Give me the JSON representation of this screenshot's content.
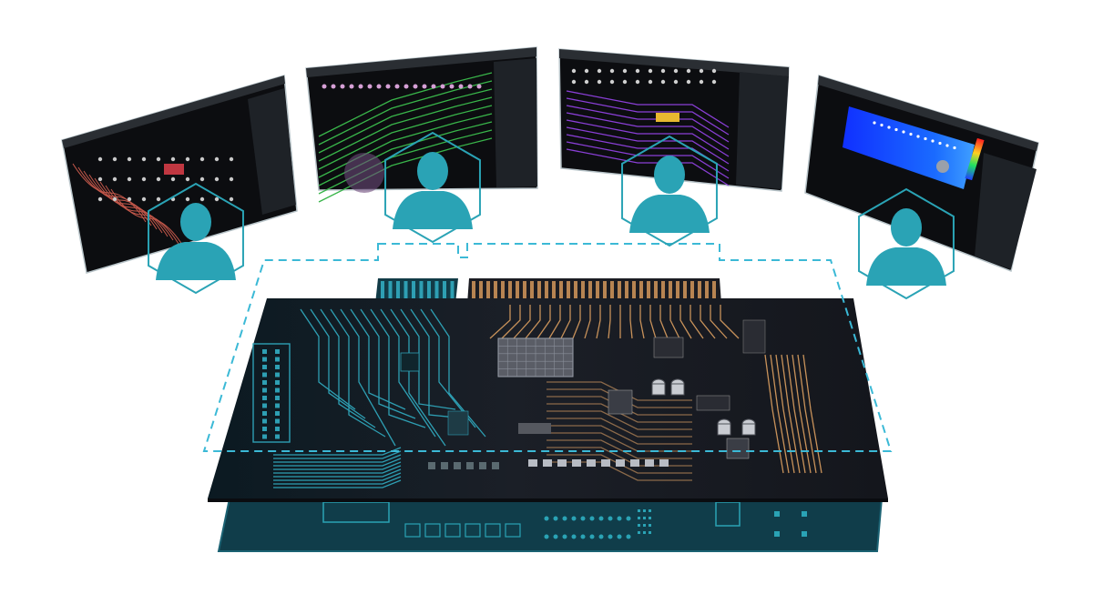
{
  "scene": {
    "accent": "#2aa3b5",
    "dashed_outline": "#3bb9d6",
    "board_dark": "#0f1217",
    "board_base": "#0e3b48",
    "copper": "#c8925a",
    "teal_trace": "#2e9fb3"
  },
  "monitors": [
    {
      "name": "monitor-1",
      "theme": "pcb-red-traces",
      "trace_color": "#c2574a",
      "highlight": "#e0404a"
    },
    {
      "name": "monitor-2",
      "theme": "pcb-green-traces",
      "trace_color": "#39b54a",
      "highlight": "#8a4b8a"
    },
    {
      "name": "monitor-3",
      "theme": "pcb-purple-traces",
      "trace_color": "#8a3fd6",
      "highlight": "#e8b830"
    },
    {
      "name": "monitor-4",
      "theme": "thermal-map",
      "trace_color": "#1e5cff",
      "highlight": "#ff3b2a"
    }
  ],
  "users": [
    {
      "name": "user-1",
      "icon": "person-icon"
    },
    {
      "name": "user-2",
      "icon": "person-icon"
    },
    {
      "name": "user-3",
      "icon": "person-icon"
    },
    {
      "name": "user-4",
      "icon": "person-icon"
    }
  ]
}
